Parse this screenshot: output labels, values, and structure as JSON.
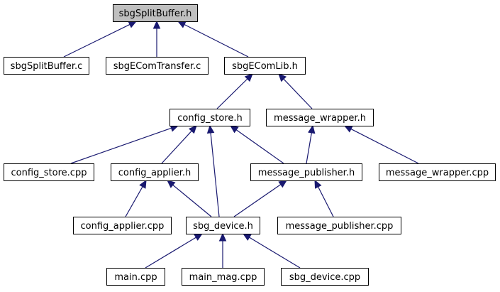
{
  "diagram": {
    "title": "",
    "nodes": [
      {
        "id": "sbgSplitBuffer_h",
        "label": "sbgSplitBuffer.h",
        "root": true
      },
      {
        "id": "sbgSplitBuffer_c",
        "label": "sbgSplitBuffer.c"
      },
      {
        "id": "sbgEComTransfer_c",
        "label": "sbgEComTransfer.c"
      },
      {
        "id": "sbgEComLib_h",
        "label": "sbgEComLib.h"
      },
      {
        "id": "config_store_h",
        "label": "config_store.h"
      },
      {
        "id": "message_wrapper_h",
        "label": "message_wrapper.h"
      },
      {
        "id": "config_store_cpp",
        "label": "config_store.cpp"
      },
      {
        "id": "config_applier_h",
        "label": "config_applier.h"
      },
      {
        "id": "message_publisher_h",
        "label": "message_publisher.h"
      },
      {
        "id": "message_wrapper_cpp",
        "label": "message_wrapper.cpp"
      },
      {
        "id": "config_applier_cpp",
        "label": "config_applier.cpp"
      },
      {
        "id": "sbg_device_h",
        "label": "sbg_device.h"
      },
      {
        "id": "message_publisher_cpp",
        "label": "message_publisher.cpp"
      },
      {
        "id": "main_cpp",
        "label": "main.cpp"
      },
      {
        "id": "main_mag_cpp",
        "label": "main_mag.cpp"
      },
      {
        "id": "sbg_device_cpp",
        "label": "sbg_device.cpp"
      }
    ],
    "edges": [
      {
        "from": "sbgSplitBuffer_c",
        "to": "sbgSplitBuffer_h"
      },
      {
        "from": "sbgEComTransfer_c",
        "to": "sbgSplitBuffer_h"
      },
      {
        "from": "sbgEComLib_h",
        "to": "sbgSplitBuffer_h"
      },
      {
        "from": "config_store_h",
        "to": "sbgEComLib_h"
      },
      {
        "from": "message_wrapper_h",
        "to": "sbgEComLib_h"
      },
      {
        "from": "config_store_cpp",
        "to": "config_store_h"
      },
      {
        "from": "config_applier_h",
        "to": "config_store_h"
      },
      {
        "from": "sbg_device_h",
        "to": "config_store_h"
      },
      {
        "from": "message_publisher_h",
        "to": "config_store_h"
      },
      {
        "from": "message_publisher_h",
        "to": "message_wrapper_h"
      },
      {
        "from": "message_wrapper_cpp",
        "to": "message_wrapper_h"
      },
      {
        "from": "config_applier_cpp",
        "to": "config_applier_h"
      },
      {
        "from": "sbg_device_h",
        "to": "config_applier_h"
      },
      {
        "from": "sbg_device_h",
        "to": "message_publisher_h"
      },
      {
        "from": "message_publisher_cpp",
        "to": "message_publisher_h"
      },
      {
        "from": "main_cpp",
        "to": "sbg_device_h"
      },
      {
        "from": "main_mag_cpp",
        "to": "sbg_device_h"
      },
      {
        "from": "sbg_device_cpp",
        "to": "sbg_device_h"
      }
    ]
  }
}
